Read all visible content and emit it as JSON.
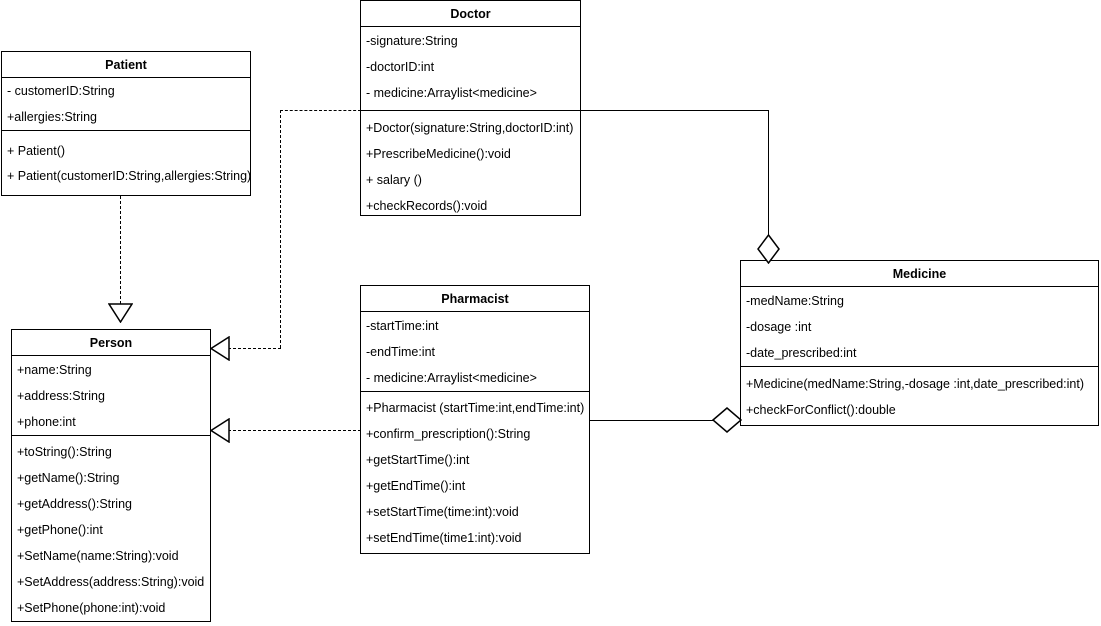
{
  "diagram": {
    "title": "UML Class Diagram",
    "background_color": "#ffffff",
    "line_color": "#000000",
    "text_color": "#000000"
  },
  "classes": {
    "patient": {
      "name": "Patient",
      "attributes": [
        "- customerID:String",
        "+allergies:String"
      ],
      "methods": [
        "+ Patient()",
        "+ Patient(customerID:String,allergies:String)"
      ]
    },
    "doctor": {
      "name": "Doctor",
      "attributes": [
        "-signature:String",
        "-doctorID:int",
        "- medicine:Arraylist<medicine>"
      ],
      "methods": [
        "+Doctor(signature:String,doctorID:int)",
        "+PrescribeMedicine():void",
        "+ salary ()",
        "+checkRecords():void"
      ]
    },
    "person": {
      "name": "Person",
      "attributes": [
        "+name:String",
        "+address:String",
        "+phone:int"
      ],
      "methods": [
        "+toString():String",
        "+getName():String",
        "+getAddress():String",
        "+getPhone():int",
        "+SetName(name:String):void",
        "+SetAddress(address:String):void",
        "+SetPhone(phone:int):void"
      ]
    },
    "pharmacist": {
      "name": "Pharmacist",
      "attributes": [
        "-startTime:int",
        "-endTime:int",
        "- medicine:Arraylist<medicine>"
      ],
      "methods": [
        "+Pharmacist (startTime:int,endTime:int)",
        "+confirm_prescription():String",
        "+getStartTime():int",
        "+getEndTime():int",
        "+setStartTime(time:int):void",
        "+setEndTime(time1:int):void"
      ]
    },
    "medicine": {
      "name": "Medicine",
      "attributes": [
        "-medName:String",
        "-dosage :int",
        "-date_prescribed:int"
      ],
      "methods": [
        "+Medicine(medName:String,-dosage :int,date_prescribed:int)",
        "+checkForConflict():double"
      ]
    }
  },
  "relationships": [
    {
      "id": "patient-person",
      "from": "Patient",
      "to": "Person",
      "style": "dashed",
      "arrow": "hollow-triangle"
    },
    {
      "id": "doctor-person",
      "from": "Doctor",
      "to": "Person",
      "style": "dashed",
      "arrow": "hollow-triangle"
    },
    {
      "id": "pharmacist-person",
      "from": "Pharmacist",
      "to": "Person",
      "style": "dashed",
      "arrow": "hollow-triangle"
    },
    {
      "id": "doctor-medicine",
      "from": "Doctor",
      "to": "Medicine",
      "style": "solid",
      "arrow": "hollow-diamond"
    },
    {
      "id": "pharmacist-medicine",
      "from": "Pharmacist",
      "to": "Medicine",
      "style": "solid",
      "arrow": "hollow-diamond"
    }
  ]
}
